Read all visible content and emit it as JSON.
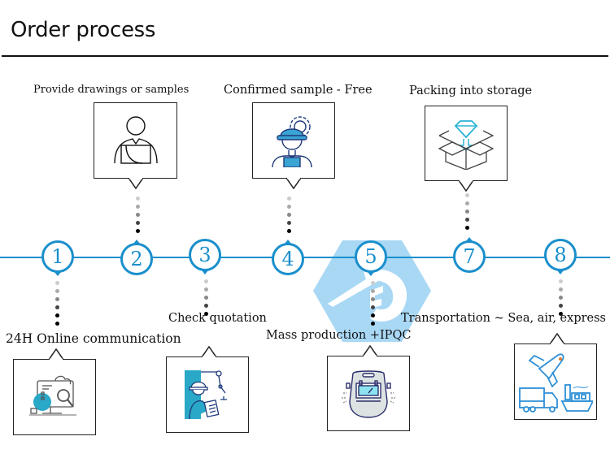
{
  "page": {
    "title": "Order process"
  },
  "colors": {
    "accent": "#1a8fcc",
    "watermark": "#a9d8f5",
    "text": "#111111"
  },
  "steps": [
    {
      "number": "1",
      "label": "24H Online communication",
      "icon": "monitor-analytics-icon",
      "position": "below"
    },
    {
      "number": "2",
      "label": "Provide drawings or samples",
      "icon": "person-laptop-icon",
      "position": "above"
    },
    {
      "number": "3",
      "label": "Check quotation",
      "icon": "engineer-checklist-icon",
      "position": "below"
    },
    {
      "number": "4",
      "label": "Confirmed sample - Free",
      "icon": "engineer-gear-icon",
      "position": "above"
    },
    {
      "number": "5",
      "label": "Mass production +IPQC",
      "icon": "welding-mask-icon",
      "position": "below"
    },
    {
      "number": "7",
      "label": "Packing into storage",
      "icon": "box-diamond-icon",
      "position": "above"
    },
    {
      "number": "8",
      "label": "Transportation ~ Sea, air, express",
      "icon": "transport-icon",
      "position": "below"
    }
  ]
}
